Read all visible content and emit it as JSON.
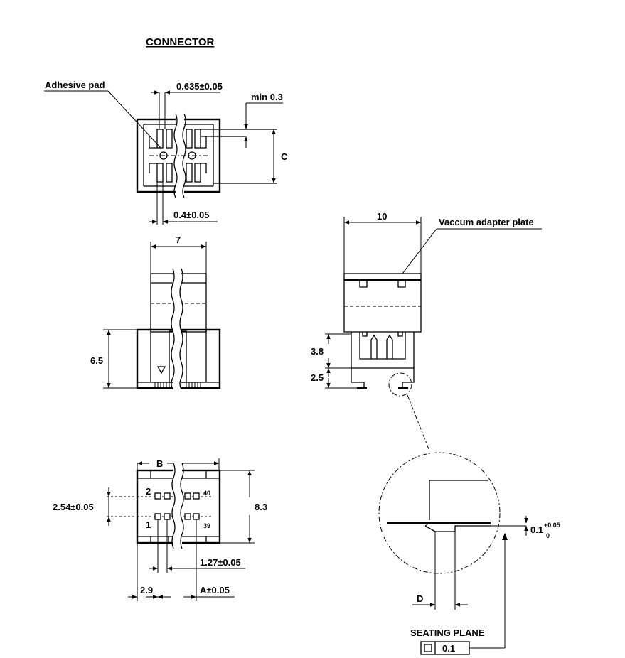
{
  "title": "CONNECTOR",
  "labels": {
    "adhesive_pad": "Adhesive pad",
    "vacuum_plate": "Vaccum adapter plate",
    "seating_plane": "SEATING PLANE"
  },
  "dims": {
    "pitch_top": "0.635±0.05",
    "min": "min 0.3",
    "c": "C",
    "width_pad": "0.4±0.05",
    "seven": "7",
    "six_five": "6.5",
    "ten": "10",
    "three_eight": "3.8",
    "two_five": "2.5",
    "b": "B",
    "row_pitch": "2.54±0.05",
    "eight_three": "8.3",
    "col_pitch": "1.27±0.05",
    "two_nine": "2.9",
    "a": "A±0.05",
    "flatness": "0.1",
    "flat_sup": "+0.05",
    "flat_sub": "0",
    "d": "D",
    "tolerance": "0.1"
  },
  "pins": {
    "p1": "1",
    "p2": "2",
    "p39": "39",
    "p40": "40"
  }
}
